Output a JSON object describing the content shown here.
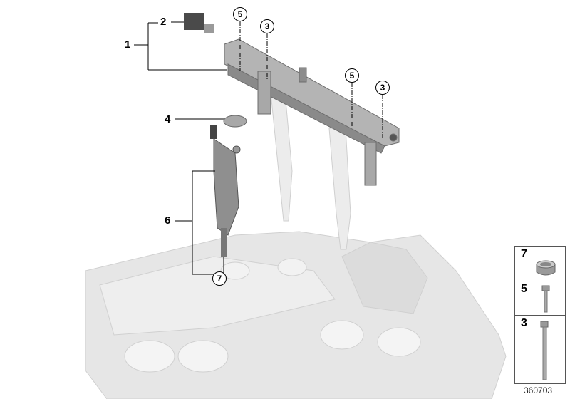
{
  "diagram": {
    "labels": {
      "part1": "1",
      "part2": "2",
      "part4": "4",
      "part6": "6"
    },
    "callouts": {
      "c5a": "5",
      "c3a": "3",
      "c5b": "5",
      "c3b": "3",
      "c7": "7"
    },
    "legend": [
      {
        "number": "7",
        "icon": "seal-ring-icon"
      },
      {
        "number": "5",
        "icon": "short-bolt-icon"
      },
      {
        "number": "3",
        "icon": "long-bolt-icon"
      }
    ],
    "reference_number": "360703"
  }
}
